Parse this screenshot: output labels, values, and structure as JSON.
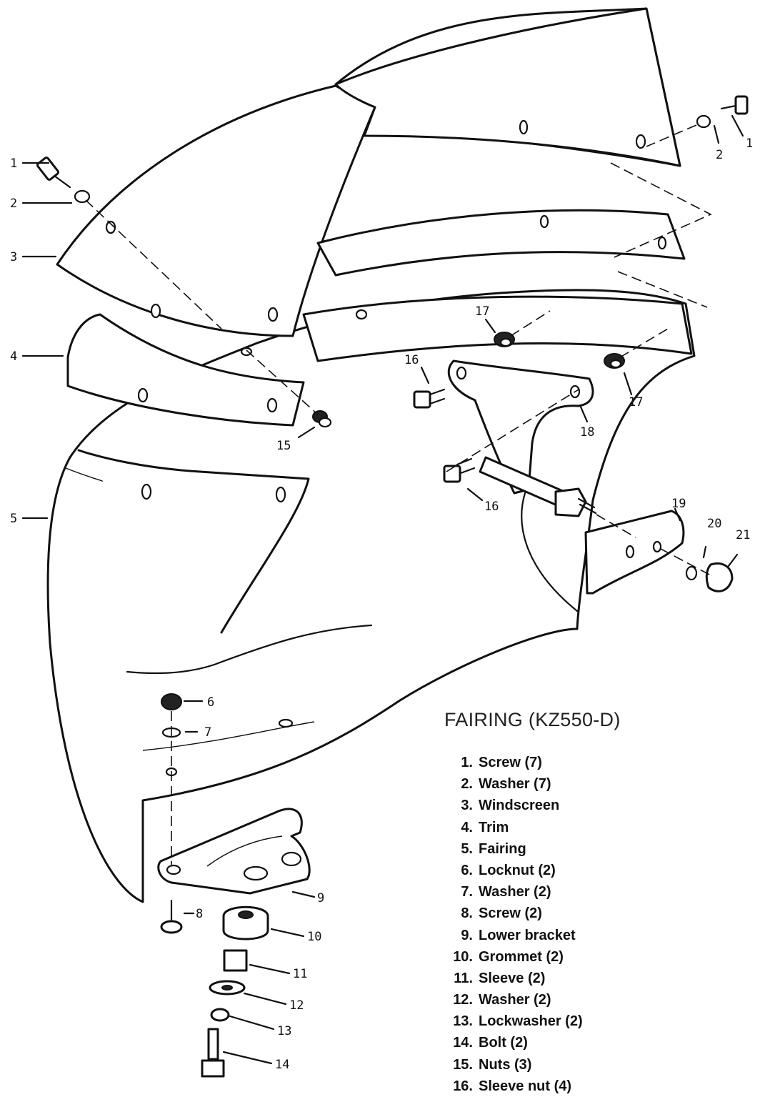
{
  "title": "FAIRING (KZ550-D)",
  "legend": [
    {
      "num": "1.",
      "label": "Screw (7)"
    },
    {
      "num": "2.",
      "label": "Washer (7)"
    },
    {
      "num": "3.",
      "label": "Windscreen"
    },
    {
      "num": "4.",
      "label": "Trim"
    },
    {
      "num": "5.",
      "label": "Fairing"
    },
    {
      "num": "6.",
      "label": "Locknut (2)"
    },
    {
      "num": "7.",
      "label": "Washer (2)"
    },
    {
      "num": "8.",
      "label": "Screw (2)"
    },
    {
      "num": "9.",
      "label": "Lower bracket"
    },
    {
      "num": "10.",
      "label": "Grommet (2)"
    },
    {
      "num": "11.",
      "label": "Sleeve (2)"
    },
    {
      "num": "12.",
      "label": "Washer (2)"
    },
    {
      "num": "13.",
      "label": "Lockwasher (2)"
    },
    {
      "num": "14.",
      "label": "Bolt (2)"
    },
    {
      "num": "15.",
      "label": "Nuts (3)"
    },
    {
      "num": "16.",
      "label": "Sleeve nut (4)"
    }
  ],
  "callouts": {
    "c1a": "1",
    "c2a": "2",
    "c3": "3",
    "c4": "4",
    "c5": "5",
    "c1b": "1",
    "c2b": "2",
    "c6": "6",
    "c7": "7",
    "c8": "8",
    "c9": "9",
    "c10": "10",
    "c11": "11",
    "c12": "12",
    "c13": "13",
    "c14": "14",
    "c15": "15",
    "c16a": "16",
    "c16b": "16",
    "c17a": "17",
    "c17b": "17",
    "c18": "18",
    "c19": "19",
    "c20": "20",
    "c21": "21"
  }
}
